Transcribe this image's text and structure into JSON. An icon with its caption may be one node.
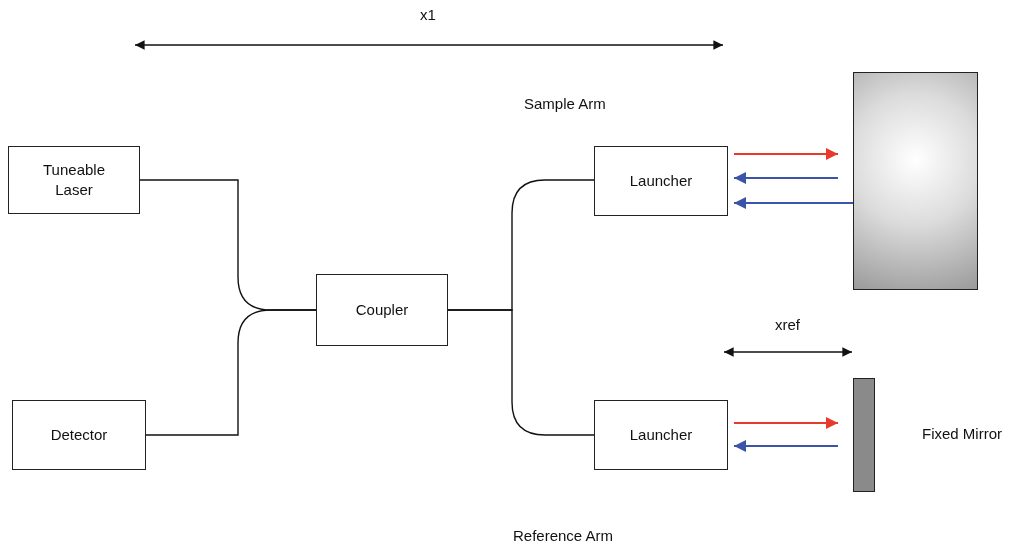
{
  "diagram": {
    "nodes": [
      {
        "text": [
          "Tuneable Laser"
        ]
      },
      {
        "text": [
          "Detector"
        ]
      },
      {
        "text": [
          "Coupler"
        ]
      },
      {
        "text": [
          "Launcher"
        ]
      },
      {
        "text": [
          "Launcher"
        ]
      },
      {
        "text": [],
        "shape": "box"
      },
      {
        "text": [],
        "shape": "bar",
        "beside": [
          "Fixed Mirror"
        ]
      }
    ],
    "edges": [
      {
        "from": 0,
        "to": 2,
        "arrow": "none"
      },
      {
        "from": 1,
        "to": 2,
        "arrow": "none"
      },
      {
        "from": 2,
        "to": 3,
        "arrow": "none"
      },
      {
        "from": 2,
        "to": 4,
        "arrow": "none"
      },
      {
        "from": 3,
        "to": 5,
        "arrow": "to",
        "color": "#e8392c"
      },
      {
        "from": 5,
        "to": 3,
        "arrow": "to",
        "color": "#3a54a8"
      },
      {
        "from": 5,
        "to": 3,
        "arrow": "to",
        "color": "#3a54a8"
      },
      {
        "from": 4,
        "to": 6,
        "arrow": "to",
        "color": "#e8392c"
      },
      {
        "from": 6,
        "to": 4,
        "arrow": "to",
        "color": "#3a54a8"
      }
    ],
    "labels": [
      "x1",
      "Sample Arm",
      "xref",
      "Reference Arm"
    ]
  }
}
